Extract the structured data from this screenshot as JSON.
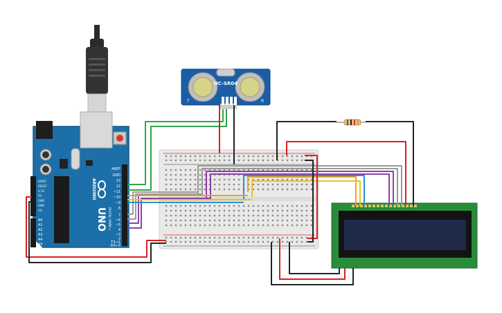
{
  "arduino": {
    "aref": "AREF",
    "gnd": "GND",
    "pin13": "13",
    "pin12": "12",
    "pin11": "~11",
    "pin10": "~10",
    "pin9": "~9",
    "pin8": "8",
    "pin7": "7",
    "pin6": "~6",
    "pin5": "~5",
    "pin4": "4",
    "pin3": "~3",
    "pin2": "2",
    "tx": "TX→1",
    "rx": "RX←0",
    "digital_label": "DIGITAL (PWM~)",
    "brand": "ARDUINO",
    "model": "UNO",
    "ioref": "IOREF",
    "reset": "RESET",
    "v33": "3.3V",
    "v5": "5V",
    "gnd1": "GND",
    "gnd2": "GND",
    "vin": "Vin",
    "a0": "A0",
    "a1": "A1",
    "a2": "A2",
    "a3": "A3",
    "a4": "A4",
    "a5": "A5"
  },
  "sensor": {
    "model": "HC-SR04",
    "left_mark": "T",
    "right_mark": "R"
  },
  "colors": {
    "arduino_board": "#1c6fa8",
    "breadboard": "#e9e9e7",
    "lcd_board": "#2a8c3a",
    "lcd_screen": "#1f2a4a",
    "wire_red": "#d81f1f",
    "wire_black": "#222222",
    "wire_green": "#2fa54a",
    "wire_orange": "#f0a020",
    "wire_yellow": "#e6c51c",
    "wire_blue": "#2a8fd8",
    "wire_purple": "#8e3fa8",
    "wire_gray": "#9a9a9a"
  }
}
